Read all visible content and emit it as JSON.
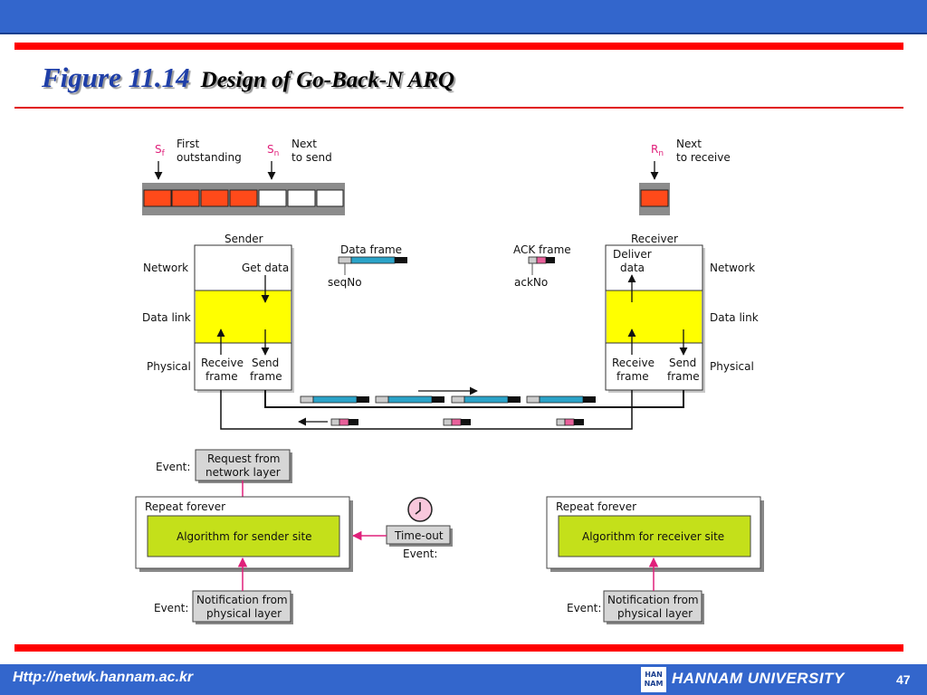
{
  "title": {
    "figure": "Figure 11.14",
    "subtitle": "Design of Go-Back-N ARQ"
  },
  "sender_window": {
    "sf_label": "S",
    "sf_sub": "f",
    "sf_text_1": "First",
    "sf_text_2": "outstanding",
    "sn_label": "S",
    "sn_sub": "n",
    "sn_text_1": "Next",
    "sn_text_2": "to send"
  },
  "receiver_window": {
    "rn_label": "R",
    "rn_sub": "n",
    "rn_text_1": "Next",
    "rn_text_2": "to receive"
  },
  "sender": {
    "title": "Sender",
    "network": "Network",
    "data_link": "Data link",
    "physical": "Physical",
    "get_data": "Get data",
    "receive_1": "Receive",
    "receive_2": "frame",
    "send_1": "Send",
    "send_2": "frame"
  },
  "receiver": {
    "title": "Receiver",
    "network": "Network",
    "data_link": "Data link",
    "physical": "Physical",
    "deliver_1": "Deliver",
    "deliver_2": "data",
    "receive_1": "Receive",
    "receive_2": "frame",
    "send_1": "Send",
    "send_2": "frame"
  },
  "legend": {
    "data_frame": "Data frame",
    "seq_no": "seqNo",
    "ack_frame": "ACK frame",
    "ack_no": "ackNo"
  },
  "events": {
    "event_label": "Event:",
    "request_1": "Request from",
    "request_2": "network layer",
    "repeat_forever": "Repeat forever",
    "sender_algo": "Algorithm for sender site",
    "receiver_algo": "Algorithm for receiver site",
    "timeout": "Time-out",
    "notif_1": "Notification from",
    "notif_2": "physical layer"
  },
  "footer": {
    "url": "Http://netwk.hannam.ac.kr",
    "logo_1": "HAN",
    "logo_2": "NAM",
    "university": "HANNAM  UNIVERSITY",
    "page": "47"
  },
  "colors": {
    "accent": "#3366cc",
    "rule": "#ff0000",
    "highlight": "#ffff00",
    "algo": "#c4e01a",
    "frame_blue": "#2ba3c8",
    "ack_pink": "#e8609a",
    "window_red": "#ff4a1a",
    "pink_arrow": "#e0207a"
  }
}
